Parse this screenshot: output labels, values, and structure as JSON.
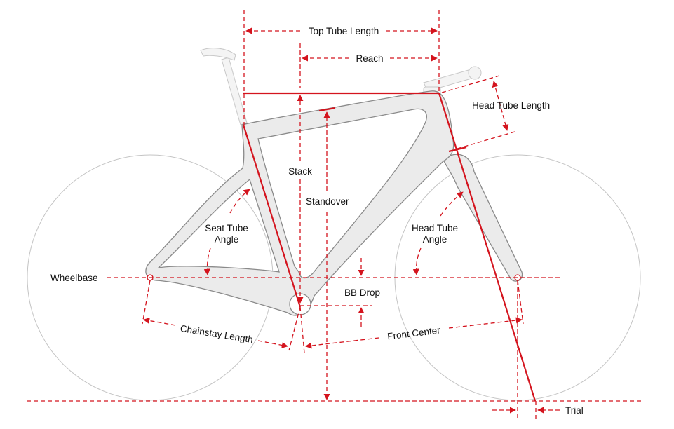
{
  "colors": {
    "accent": "#d4141e",
    "frame_fill": "#ebebeb",
    "frame_stroke": "#8a8a8a",
    "wheel_stroke": "#c4c4c4",
    "text": "#111111"
  },
  "labels": {
    "top_tube_length": "Top Tube Length",
    "reach": "Reach",
    "head_tube_length": "Head Tube Length",
    "stack": "Stack",
    "standover": "Standover",
    "seat_tube_angle_1": "Seat Tube",
    "seat_tube_angle_2": "Angle",
    "head_tube_angle_1": "Head Tube",
    "head_tube_angle_2": "Angle",
    "wheelbase": "Wheelbase",
    "bb_drop": "BB Drop",
    "chainstay_length": "Chainstay Length",
    "front_center": "Front Center",
    "trail": "Trial"
  }
}
